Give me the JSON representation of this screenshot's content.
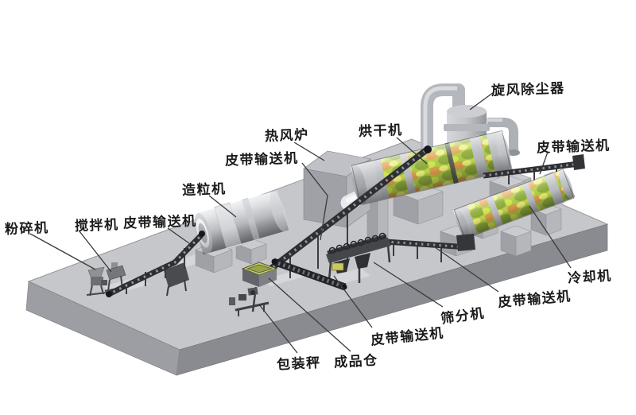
{
  "labels": [
    {
      "id": "crusher",
      "text": "粉碎机"
    },
    {
      "id": "mixer",
      "text": "搅拌机"
    },
    {
      "id": "belt-conveyor-feed",
      "text": "皮带输送机"
    },
    {
      "id": "granulator",
      "text": "造粒机"
    },
    {
      "id": "belt-conveyor-dryer",
      "text": "皮带输送机"
    },
    {
      "id": "hot-air-furnace",
      "text": "热风炉"
    },
    {
      "id": "dryer",
      "text": "烘干机"
    },
    {
      "id": "cyclone-dust-collector",
      "text": "旋风除尘器"
    },
    {
      "id": "belt-conveyor-top-right",
      "text": "皮带输送机"
    },
    {
      "id": "cooler",
      "text": "冷却机"
    },
    {
      "id": "belt-conveyor-cooler",
      "text": "皮带输送机"
    },
    {
      "id": "screening-machine",
      "text": "筛分机"
    },
    {
      "id": "belt-conveyor-bin",
      "text": "皮带输送机"
    },
    {
      "id": "finished-product-bin",
      "text": "成品仓"
    },
    {
      "id": "packing-scale",
      "text": "包装秤"
    }
  ],
  "colors": {
    "background": "#ffffff",
    "platform_top": "#c6c7cb",
    "platform_front": "#8a8b91",
    "platform_side": "#9d9ea4",
    "drum_green": "#b0d048",
    "drum_mottle_orange": "#e0a14c",
    "machine_gray": "#b5b7bb",
    "conveyor_dark": "#2e2f33",
    "label_text": "#1b1b1b",
    "leader_line": "#3a3a3a"
  }
}
